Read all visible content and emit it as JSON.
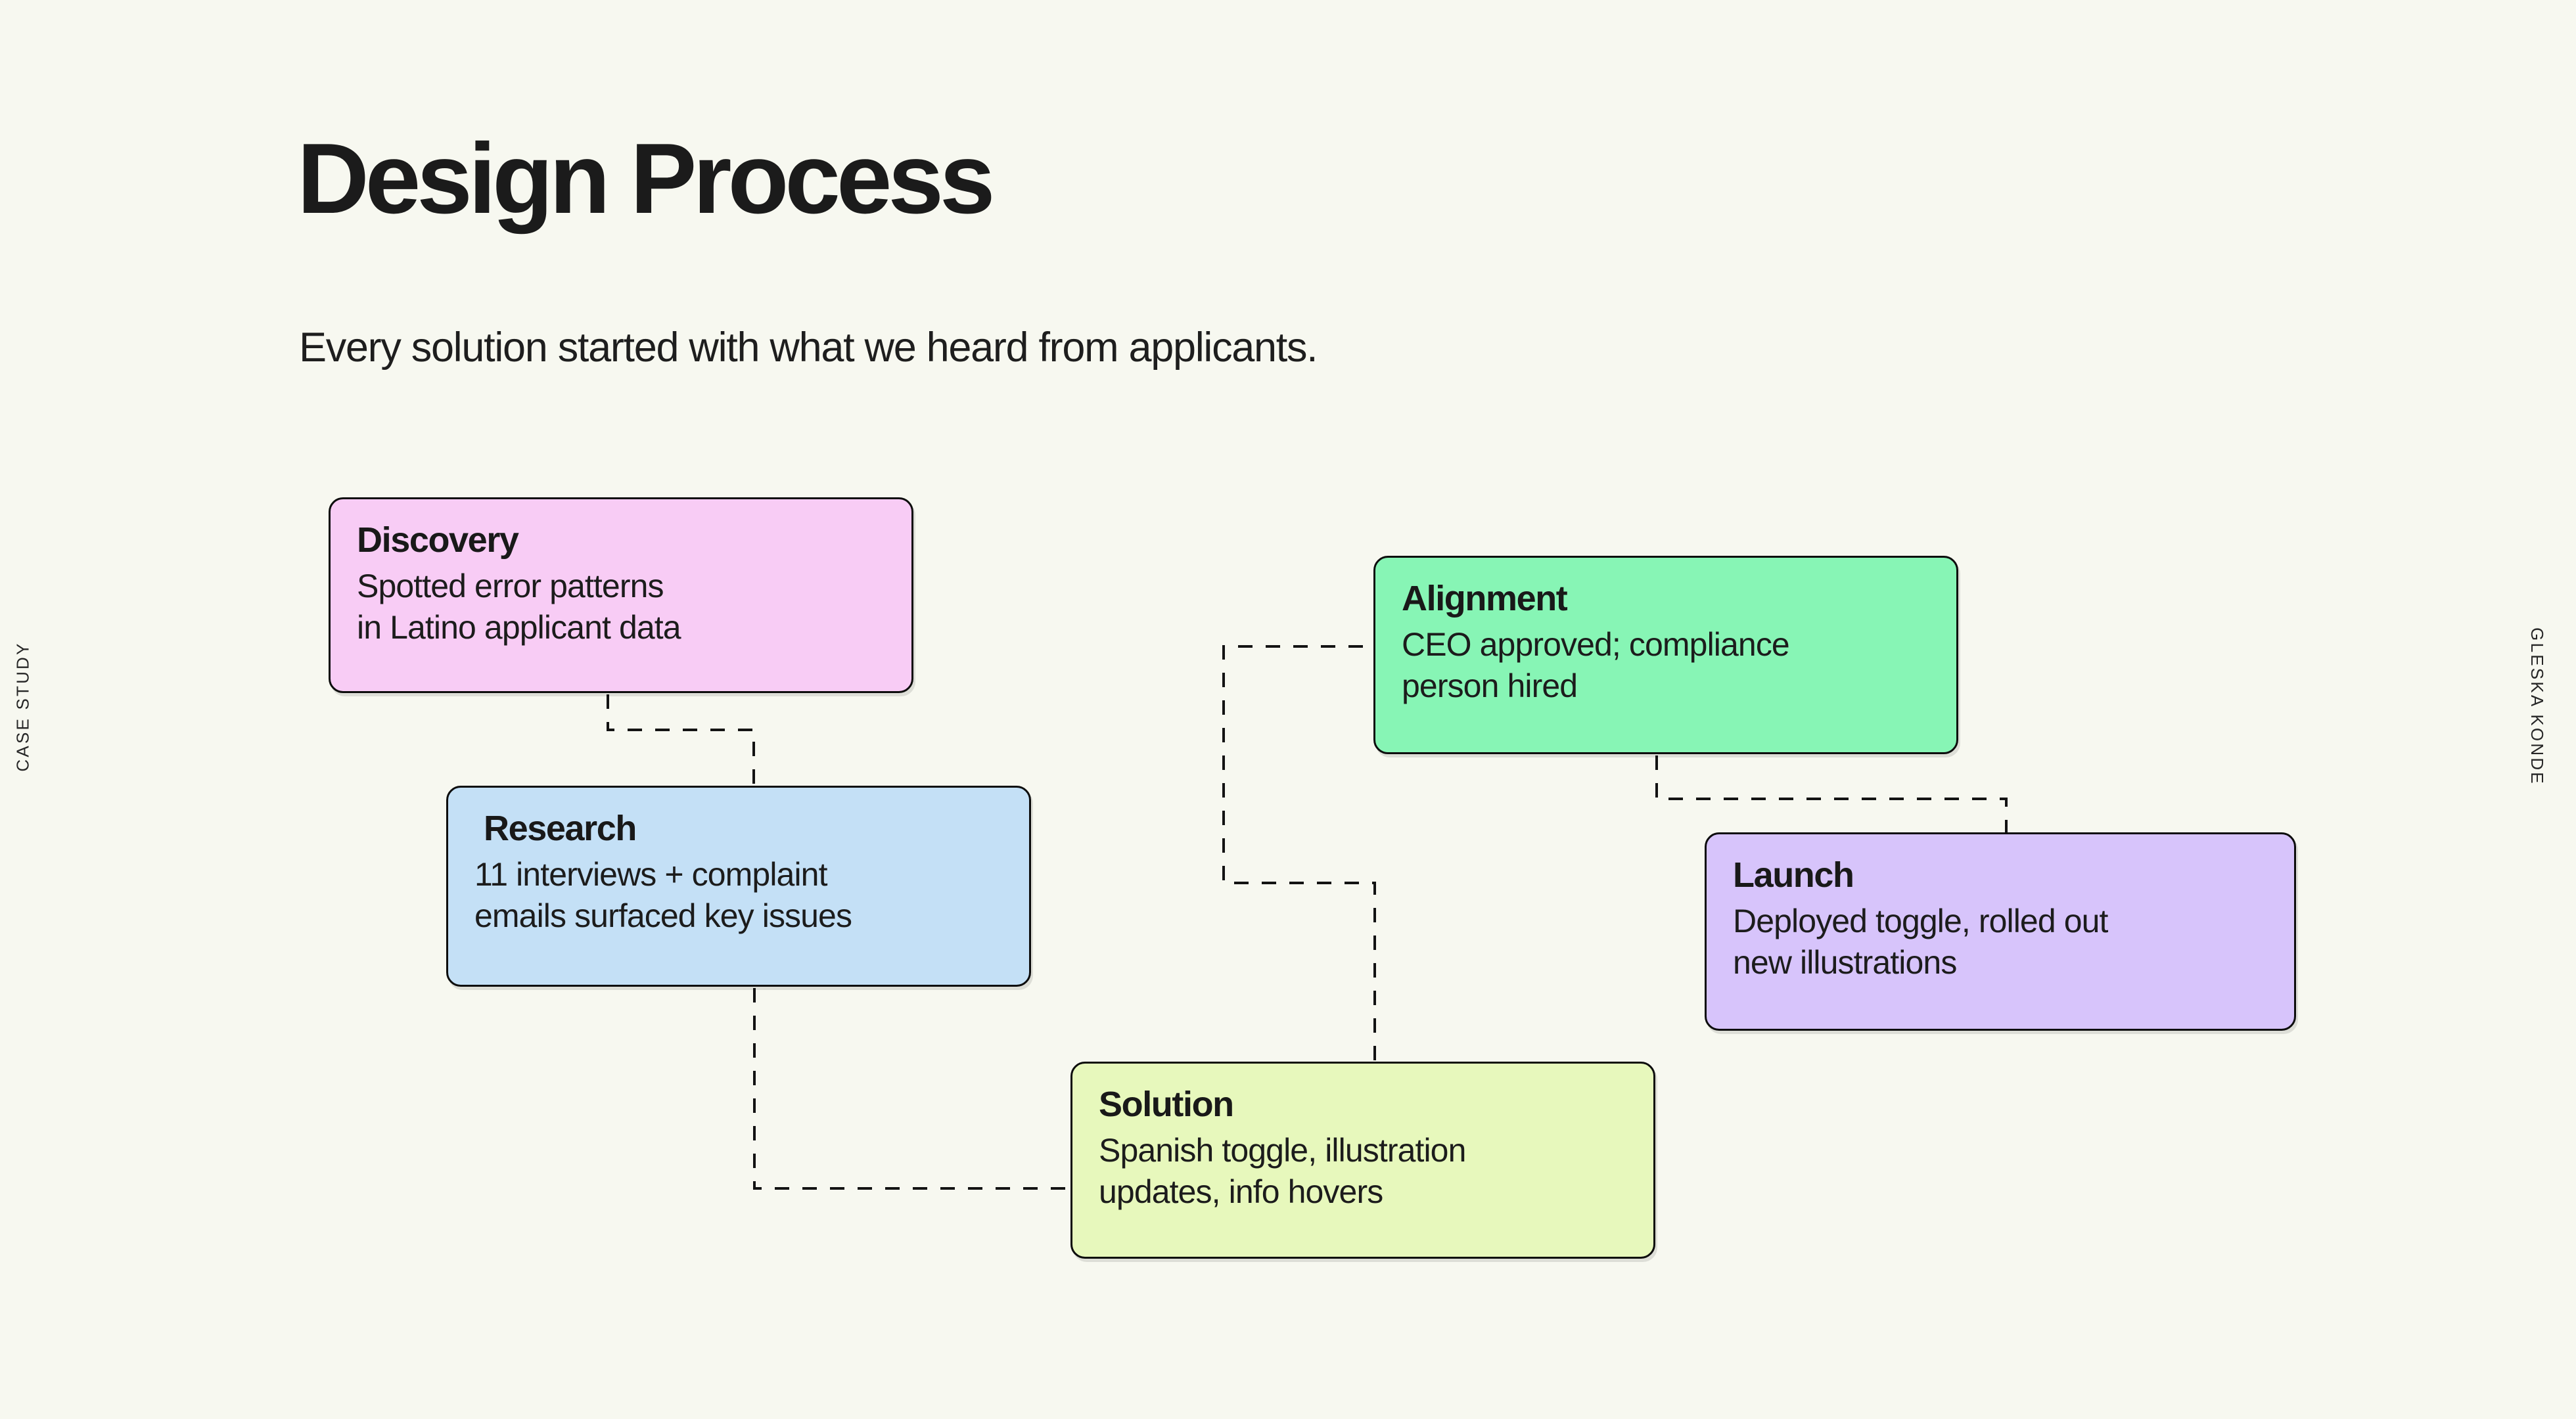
{
  "background_color": "#F7F8F0",
  "header": {
    "title": "Design Process",
    "subtitle": "Every solution started with what we heard from applicants."
  },
  "side_labels": {
    "left": "CASE STUDY",
    "right": "GLESKA KONDE"
  },
  "diagram": {
    "type": "flow",
    "connector_style": "dashed-orthogonal",
    "connector_color": "#131313",
    "steps": [
      {
        "id": "discovery",
        "title": "Discovery",
        "description": "Spotted error patterns\nin Latino applicant data",
        "description_line1": "Spotted error patterns",
        "description_line2": "in Latino applicant data",
        "color": "#F8CCF5",
        "order": 1
      },
      {
        "id": "research",
        "title": "Research",
        "description": "11 interviews + complaint\nemails surfaced key issues",
        "description_line1": "11 interviews + complaint",
        "description_line2": "emails surfaced key issues",
        "color": "#C4E0F6",
        "order": 2
      },
      {
        "id": "solution",
        "title": "Solution",
        "description": "Spanish toggle, illustration\nupdates, info hovers",
        "description_line1": "Spanish toggle, illustration",
        "description_line2": "updates, info hovers",
        "color": "#E7F8BC",
        "order": 3
      },
      {
        "id": "alignment",
        "title": "Alignment",
        "description": "CEO approved; compliance\nperson hired",
        "description_line1": "CEO approved; compliance",
        "description_line2": "person hired",
        "color": "#87F5B5",
        "order": 4
      },
      {
        "id": "launch",
        "title": "Launch",
        "description": "Deployed toggle, rolled out\nnew illustrations",
        "description_line1": "Deployed toggle, rolled out",
        "description_line2": "new illustrations",
        "color": "#D7C4FB",
        "order": 5
      }
    ],
    "connections": [
      {
        "from": "discovery",
        "to": "research"
      },
      {
        "from": "research",
        "to": "solution"
      },
      {
        "from": "solution",
        "to": "alignment"
      },
      {
        "from": "alignment",
        "to": "launch"
      }
    ]
  }
}
